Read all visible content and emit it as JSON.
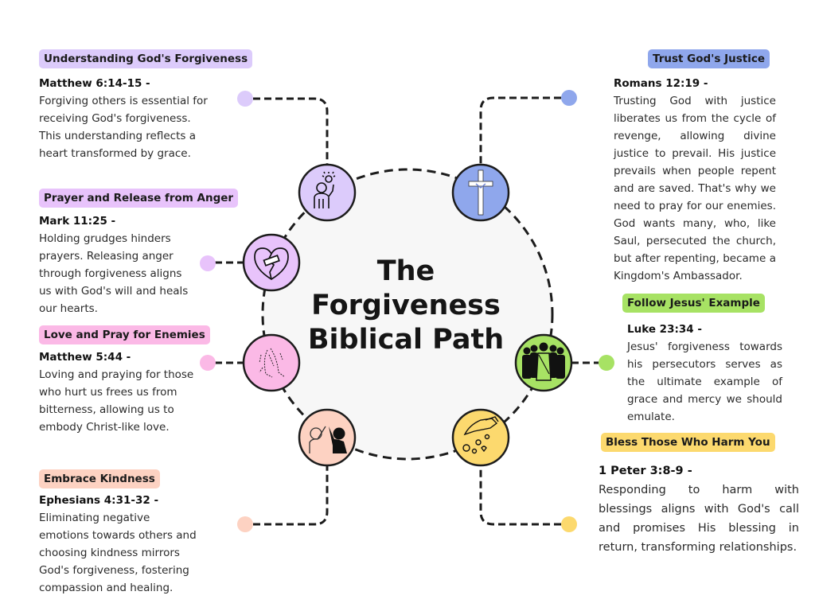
{
  "title": {
    "line1": "The",
    "line2": "Forgiveness",
    "line3": "Biblical Path"
  },
  "colors": {
    "lavender": "#DCCBFB",
    "violet": "#E8C3FB",
    "pink": "#FBB9E6",
    "peach": "#FDD2C2",
    "blue": "#8FA7EC",
    "green": "#A7E264",
    "yellow": "#FCD96E",
    "hub_fill": "#F7F7F7",
    "line": "#1c1c1c"
  },
  "topics": [
    {
      "id": "understanding",
      "heading": "Understanding God's Forgiveness",
      "reference": "Matthew 6:14-15 -",
      "text": "Forgiving others is essential for receiving God's forgiveness. This understanding reflects a heart transformed by grace.",
      "icon": "person-idea-icon",
      "color": "#DCCBFB"
    },
    {
      "id": "prayer-release",
      "heading": "Prayer and Release from Anger",
      "reference": "Mark 11:25 -",
      "text": "Holding grudges hinders prayers. Releasing anger through forgiveness aligns us with God's will and heals our hearts.",
      "icon": "bandaged-heart-icon",
      "color": "#E8C3FB"
    },
    {
      "id": "love-enemies",
      "heading": "Love and Pray for Enemies",
      "reference": "Matthew 5:44 -",
      "text": "Loving and praying for those who hurt us frees us from bitterness, allowing us to embody Christ-like love.",
      "icon": "praying-hands-icon",
      "color": "#FBB9E6"
    },
    {
      "id": "kindness",
      "heading": "Embrace Kindness",
      "reference": "Ephesians 4:31-32 -",
      "text": "Eliminating negative emotions towards others and choosing kindness mirrors God's forgiveness, fostering compassion and healing.",
      "icon": "high-five-icon",
      "color": "#FDD2C2"
    },
    {
      "id": "justice",
      "heading": "Trust God's Justice",
      "reference": "Romans 12:19 -",
      "text": "Trusting God with justice liberates us from the cycle of revenge, allowing divine justice to prevail. His justice prevails when people repent and are saved. That's why we need to pray for our enemies. God wants many, who, like Saul, persecuted the church, but after repenting, became a Kingdom's Ambassador.",
      "icon": "cross-icon",
      "color": "#8FA7EC"
    },
    {
      "id": "jesus-example",
      "heading": "Follow Jesus' Example",
      "reference": "Luke 23:34 -",
      "text": "Jesus' forgiveness towards his persecutors serves as the ultimate example of grace and mercy we should emulate.",
      "icon": "jesus-crowd-icon",
      "color": "#A7E264"
    },
    {
      "id": "bless",
      "heading": "Bless Those Who Harm You",
      "reference": "1 Peter 3:8-9 -",
      "text": "Responding to harm with blessings aligns with God's call and promises His blessing in return, transforming relationships.",
      "icon": "giving-hand-icon",
      "color": "#FCD96E"
    }
  ]
}
